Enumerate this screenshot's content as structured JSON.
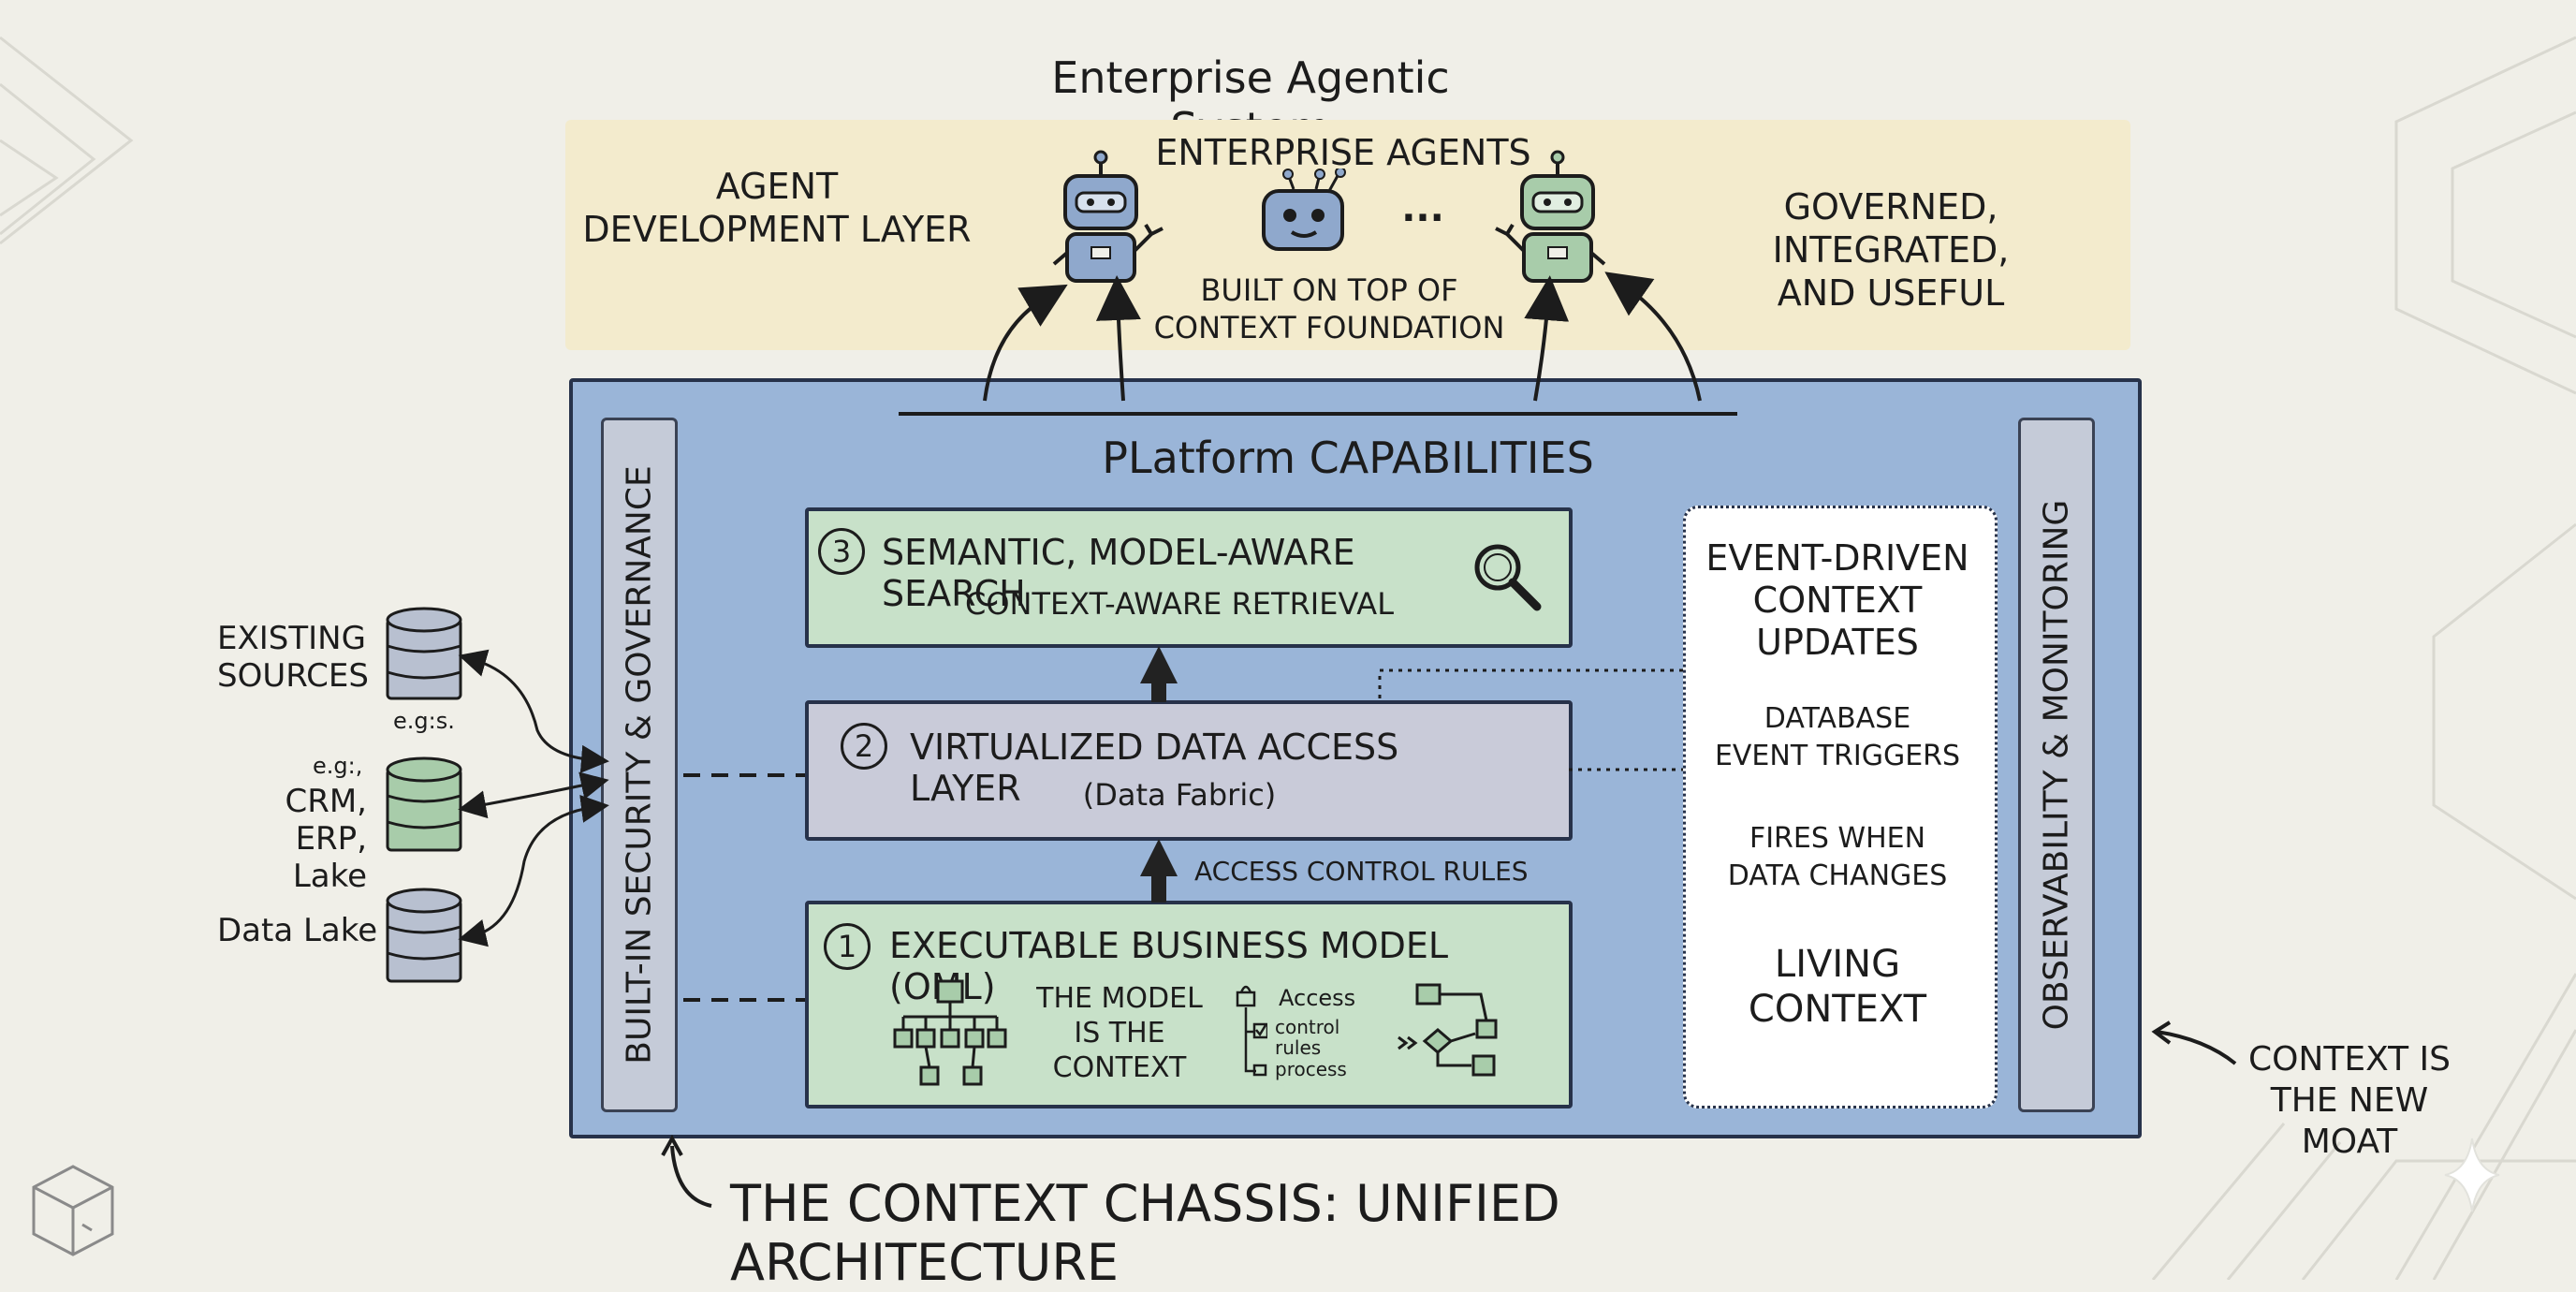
{
  "diagram": {
    "title": "Enterprise Agentic System",
    "agent_layer": {
      "left_label": [
        "AGENT",
        "DEVELOPMENT LAYER"
      ],
      "agents_heading": "ENTERPRISE AGENTS",
      "ellipsis": "...",
      "agents_sub": [
        "BUILT ON TOP OF",
        "CONTEXT FOUNDATION"
      ],
      "right_label": [
        "GOVERNED, INTEGRATED,",
        "AND USEFUL"
      ]
    },
    "platform": {
      "heading": "PLatform CAPABILITIES",
      "left_bar": "BUILT-IN SECURITY & GOVERNANCE",
      "right_bar": "OBSERVABILITY & MONITORING",
      "layer3": {
        "num": "3",
        "title": "SEMANTIC, MODEL-AWARE SEARCH",
        "sub": "CONTEXT-AWARE RETRIEVAL"
      },
      "layer2": {
        "num": "2",
        "title": "VIRTUALIZED DATA ACCESS LAYER",
        "sub": "(Data Fabric)"
      },
      "access_rules": "ACCESS CONTROL RULES",
      "layer1": {
        "num": "1",
        "title": "EXECUTABLE BUSINESS MODEL (OML)",
        "model_text": [
          "THE MODEL",
          "IS THE",
          "CONTEXT"
        ],
        "checklist": [
          "Access",
          "control",
          "rules",
          "process"
        ]
      },
      "event_box": {
        "heading": [
          "EVENT-DRIVEN",
          "CONTEXT",
          "UPDATES"
        ],
        "triggers": [
          "DATABASE",
          "EVENT TRIGGERS"
        ],
        "fires": [
          "FIRES WHEN",
          "DATA CHANGES"
        ],
        "living": [
          "LIVING",
          "CONTEXT"
        ]
      }
    },
    "sources": {
      "existing": [
        "EXISTING",
        "SOURCES"
      ],
      "eg1": "e.g:s.",
      "eg2": "e.g:,",
      "crm": [
        "CRM, ERP,",
        "Lake"
      ],
      "datalake": "Data Lake"
    },
    "footer": {
      "chassis": "THE CONTEXT CHASSIS: UNIFIED ARCHITECTURE",
      "moat": [
        "CONTEXT IS",
        "THE NEW MOAT"
      ]
    },
    "colors": {
      "agent_band": "#f3ebcd",
      "platform": "#9ab5d8",
      "green_layer": "#c8e1c9",
      "grey_layer": "#c9cbd9",
      "robot_blue": "#8fa8cc",
      "robot_green": "#a8ccaa"
    }
  }
}
